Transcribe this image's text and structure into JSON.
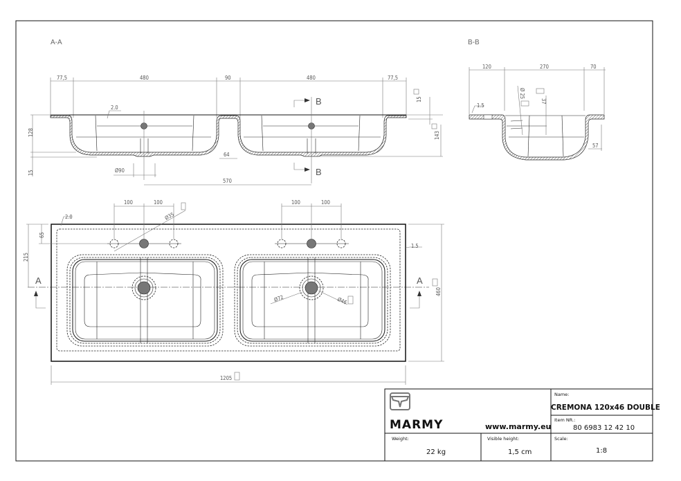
{
  "section_labels": {
    "aa": "A-A",
    "bb": "B-B",
    "a": "A",
    "b": "B"
  },
  "section_aa": {
    "top_dims": [
      "77,5",
      "480",
      "90",
      "480",
      "77,5"
    ],
    "edge_radius": "2.0",
    "height_128": "128",
    "height_15_bottom": "15",
    "height_15_right": "15",
    "height_143": "143",
    "dim_64": "64",
    "drain_dia": "Ø90",
    "drain_spacing": "570"
  },
  "section_bb": {
    "top_dims": [
      "120",
      "270",
      "70"
    ],
    "edge_radius": "1.5",
    "dia_25": "Ø 25",
    "dim_37": "37",
    "dim_57": "57"
  },
  "plan": {
    "left_tap_dims": [
      "100",
      "100"
    ],
    "right_tap_dims": [
      "100",
      "100"
    ],
    "tap_dia": "Ø35",
    "edge_radius_top": "2.0",
    "edge_radius_right": "1.5",
    "dim_65": "65",
    "dim_215": "215",
    "depth": "460",
    "width": "1205",
    "drain_outer_dia": "Ø72",
    "drain_inner_dia": "Ø46"
  },
  "title_block": {
    "brand": "MARMY",
    "website": "www.marmy.eu",
    "name_label": "Name:",
    "name": "CREMONA 120x46 DOUBLE",
    "item_label": "Item NR.:",
    "item_number": "80 6983 12 42 10",
    "weight_label": "Weight:",
    "weight": "22 kg",
    "visible_height_label": "Visible height:",
    "visible_height": "1,5 cm",
    "scale_label": "Scale:",
    "scale": "1:8"
  }
}
